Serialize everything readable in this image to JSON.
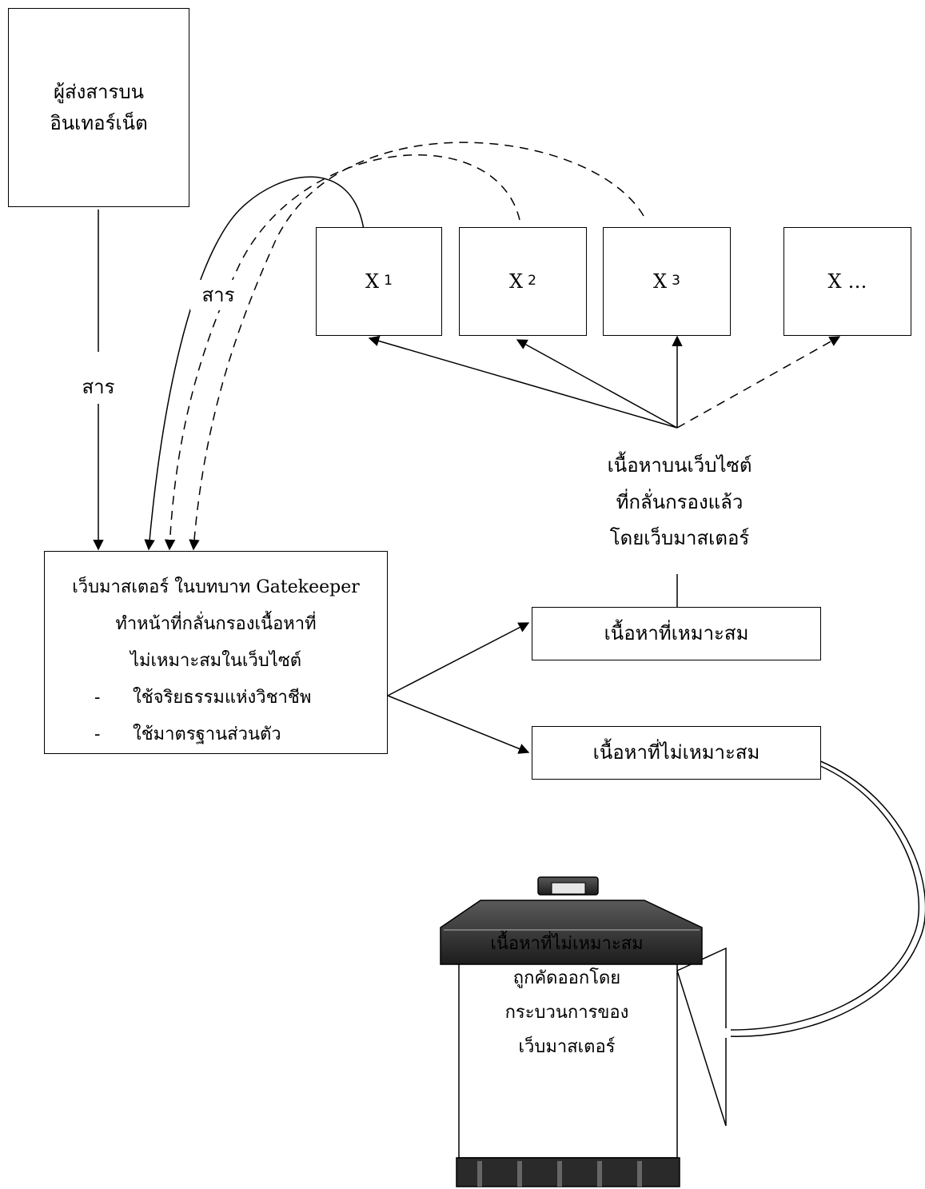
{
  "sender_box": {
    "line1": "ผู้ส่งสารบน",
    "line2": "อินเทอร์เน็ต"
  },
  "message_label_left": "สาร",
  "message_label_arc": "สาร",
  "x_boxes": [
    {
      "letter": "X",
      "index": "1"
    },
    {
      "letter": "X",
      "index": "2"
    },
    {
      "letter": "X",
      "index": "3"
    },
    {
      "letter": "X",
      "index": "…"
    }
  ],
  "filtered_content_label": {
    "line1": "เนื้อหาบนเว็บไซต์",
    "line2": "ที่กลั่นกรองแล้ว",
    "line3": "โดยเว็บมาสเตอร์"
  },
  "gatekeeper_box": {
    "line1": "เว็บมาสเตอร์ ในบทบาท Gatekeeper",
    "line2": "ทำหน้าที่กลั่นกรองเนื้อหาที่",
    "line3": "ไม่เหมาะสมในเว็บไซต์",
    "bullets": [
      {
        "dash": "-",
        "text": "ใช้จริยธรรมแห่งวิชาชีพ"
      },
      {
        "dash": "-",
        "text": "ใช้มาตรฐานส่วนตัว"
      }
    ]
  },
  "appropriate_box": "เนื้อหาที่เหมาะสม",
  "inappropriate_box": "เนื้อหาที่ไม่เหมาะสม",
  "bin_label": {
    "line1": "เนื้อหาที่ไม่เหมาะสม",
    "line2": "ถูกคัดออกโดย",
    "line3": "กระบวนการของ",
    "line4": "เว็บมาสเตอร์"
  },
  "colors": {
    "line": "#000000",
    "bin_dark": "#2a2a2a",
    "bin_mid": "#4a4a4a",
    "background": "#ffffff"
  }
}
